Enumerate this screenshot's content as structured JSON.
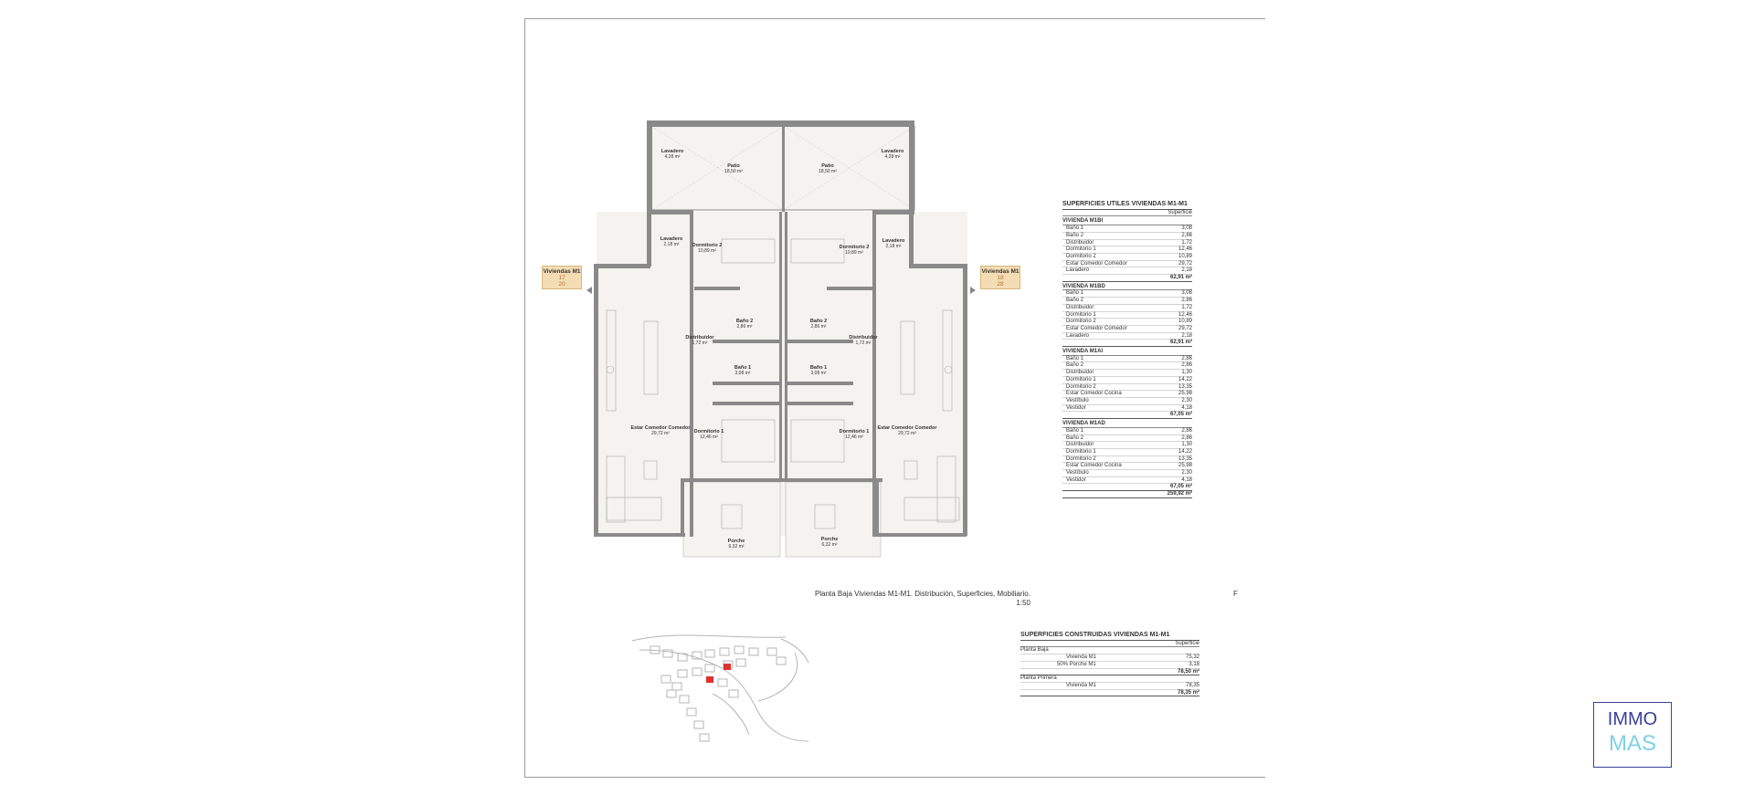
{
  "tags": {
    "left": {
      "title": "Viviendas M1",
      "n1": "17",
      "n2": "20"
    },
    "right": {
      "title": "Viviendas M1",
      "n1": "18",
      "n2": "28"
    }
  },
  "rooms": {
    "lavadero_tl": {
      "name": "Lavadero",
      "area": "4,28 m²"
    },
    "patio_l": {
      "name": "Patio",
      "area": "18,50 m²"
    },
    "patio_r": {
      "name": "Patio",
      "area": "18,50 m²"
    },
    "lavadero_tr": {
      "name": "Lavadero",
      "area": "4,28 m²"
    },
    "lavadero_ml": {
      "name": "Lavadero",
      "area": "2,18 m²"
    },
    "dorm2_l": {
      "name": "Dormitorio 2",
      "area": "10,89 m²"
    },
    "dorm2_r": {
      "name": "Dormitorio 2",
      "area": "10,89 m²"
    },
    "lavadero_mr": {
      "name": "Lavadero",
      "area": "2,18 m²"
    },
    "bano2_l": {
      "name": "Baño 2",
      "area": "2,86 m²"
    },
    "bano2_r": {
      "name": "Baño 2",
      "area": "2,86 m²"
    },
    "distrib_l": {
      "name": "Distribuidor",
      "area": "1,72 m²"
    },
    "distrib_r": {
      "name": "Distribuidor",
      "area": "1,72 m²"
    },
    "bano1_l": {
      "name": "Baño 1",
      "area": "3,08 m²"
    },
    "bano1_r": {
      "name": "Baño 1",
      "area": "3,08 m²"
    },
    "estar_l": {
      "name": "Estar Comedor Comedor",
      "area": "29,72 m²"
    },
    "dorm1_l": {
      "name": "Dormitorio 1",
      "area": "12,46 m²"
    },
    "dorm1_r": {
      "name": "Dormitorio 1",
      "area": "12,46 m²"
    },
    "estar_r": {
      "name": "Estar Comedor Comedor",
      "area": "29,72 m²"
    },
    "porche_l": {
      "name": "Porche",
      "area": "6,32 m²"
    },
    "porche_r": {
      "name": "Porche",
      "area": "6,32 m²"
    }
  },
  "utiles": {
    "title": "SUPERFICIES UTILES VIVIENDAS M1-M1",
    "subtitle": "Superficie",
    "sections": [
      {
        "name": "VIVIENDA M1BI",
        "rows": [
          [
            "Baño 1",
            "3,08"
          ],
          [
            "Baño 2",
            "2,86"
          ],
          [
            "Distribuidor",
            "1,72"
          ],
          [
            "Dormitorio 1",
            "12,46"
          ],
          [
            "Dormitorio 2",
            "10,89"
          ],
          [
            "Estar Comedor Comedor",
            "29,72"
          ],
          [
            "Lavadero",
            "2,18"
          ]
        ],
        "total": "62,91 m²"
      },
      {
        "name": "VIVIENDA M1BD",
        "rows": [
          [
            "Baño 1",
            "3,08"
          ],
          [
            "Baño 2",
            "2,86"
          ],
          [
            "Distribuidor",
            "1,72"
          ],
          [
            "Dormitorio 1",
            "12,46"
          ],
          [
            "Dormitorio 2",
            "10,89"
          ],
          [
            "Estar Comedor Comedor",
            "29,72"
          ],
          [
            "Lavadero",
            "2,18"
          ]
        ],
        "total": "62,91 m²"
      },
      {
        "name": "VIVIENDA M1AI",
        "rows": [
          [
            "Baño 1",
            "2,86"
          ],
          [
            "Baño 2",
            "2,86"
          ],
          [
            "Distribuidor",
            "1,30"
          ],
          [
            "Dormitorio 1",
            "14,22"
          ],
          [
            "Dormitorio 2",
            "13,35"
          ],
          [
            "Estar Comedor Cocina",
            "25,98"
          ],
          [
            "Vestíbulo",
            "2,30"
          ],
          [
            "Vestidor",
            "4,18"
          ]
        ],
        "total": "67,05 m²"
      },
      {
        "name": "VIVIENDA M1AD",
        "rows": [
          [
            "Baño 1",
            "2,86"
          ],
          [
            "Baño 2",
            "2,86"
          ],
          [
            "Distribuidor",
            "1,30"
          ],
          [
            "Dormitorio 1",
            "14,22"
          ],
          [
            "Dormitorio 2",
            "13,35"
          ],
          [
            "Estar Comedor Cocina",
            "25,98"
          ],
          [
            "Vestíbulo",
            "2,30"
          ],
          [
            "Vestidor",
            "4,18"
          ]
        ],
        "total": "67,05 m²"
      }
    ],
    "grand_total": "259,92 m²"
  },
  "caption": {
    "line": "Planta Baja Viviendas M1-M1. Distribución, Superficies, Mobiliario.",
    "scale": "1:50",
    "mark": "F"
  },
  "construidas": {
    "title": "SUPERFICIES CONSTRUIDAS VIVIENDAS M1-M1",
    "subtitle": "Superficie",
    "groups": [
      {
        "name": "Planta Baja",
        "rows": [
          [
            "Vivienda M1",
            "75,32"
          ],
          [
            "50% Porche M1",
            "3,18"
          ]
        ],
        "total": "78,50 m²"
      },
      {
        "name": "Planta Primera",
        "rows": [
          [
            "Vivienda M1",
            "78,35"
          ]
        ],
        "total": "78,35 m²"
      }
    ]
  },
  "logo": {
    "line1": "IMMO",
    "line2": "MAS"
  },
  "colors": {
    "tag_fill": "#f4dcb4",
    "wall": "#8a8a8a",
    "floor": "#f4f3ef",
    "site_mark": "#e03030",
    "logo_blue": "#3a3f9a",
    "logo_cyan": "#7fd0e8"
  }
}
